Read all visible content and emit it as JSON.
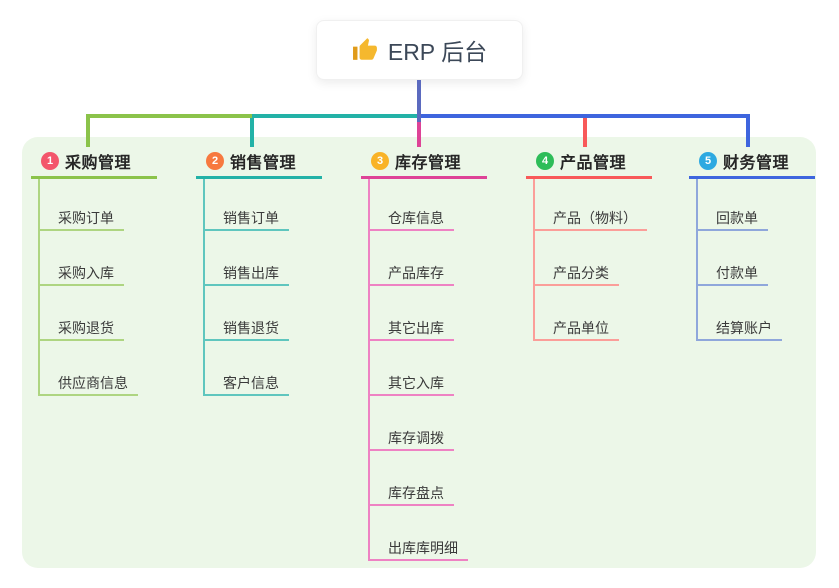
{
  "root": {
    "label": "ERP 后台",
    "icon": "thumbs-up-icon",
    "icon_color": "#f5b82e"
  },
  "theme": {
    "canvas_bg": "#ffffff",
    "panel_bg": "#ecf7e8",
    "root_connector_color": "#5b6abf",
    "root_text_color": "#3c4858",
    "topic_text_color": "#262626",
    "child_text_color": "#3a3a3a"
  },
  "branches": [
    {
      "index": "1",
      "label": "采购管理",
      "badge_color": "#f3566b",
      "line_color": "#8bc34a",
      "child_line_color": "#aed581",
      "children": [
        "采购订单",
        "采购入库",
        "采购退货",
        "供应商信息"
      ]
    },
    {
      "index": "2",
      "label": "销售管理",
      "badge_color": "#f7793f",
      "line_color": "#23b2a7",
      "child_line_color": "#5fc6be",
      "children": [
        "销售订单",
        "销售出库",
        "销售退货",
        "客户信息"
      ]
    },
    {
      "index": "3",
      "label": "库存管理",
      "badge_color": "#f9b327",
      "line_color": "#de4397",
      "child_line_color": "#ee82c3",
      "children": [
        "仓库信息",
        "产品库存",
        "其它出库",
        "其它入库",
        "库存调拨",
        "库存盘点",
        "出库库明细"
      ]
    },
    {
      "index": "4",
      "label": "产品管理",
      "badge_color": "#2ebd59",
      "line_color": "#f85959",
      "child_line_color": "#fb9e99",
      "children": [
        "产品（物料）",
        "产品分类",
        "产品单位"
      ]
    },
    {
      "index": "5",
      "label": "财务管理",
      "badge_color": "#2da9e1",
      "line_color": "#3e65de",
      "child_line_color": "#8fa7db",
      "children": [
        "回款单",
        "付款单",
        "结算账户"
      ]
    }
  ]
}
